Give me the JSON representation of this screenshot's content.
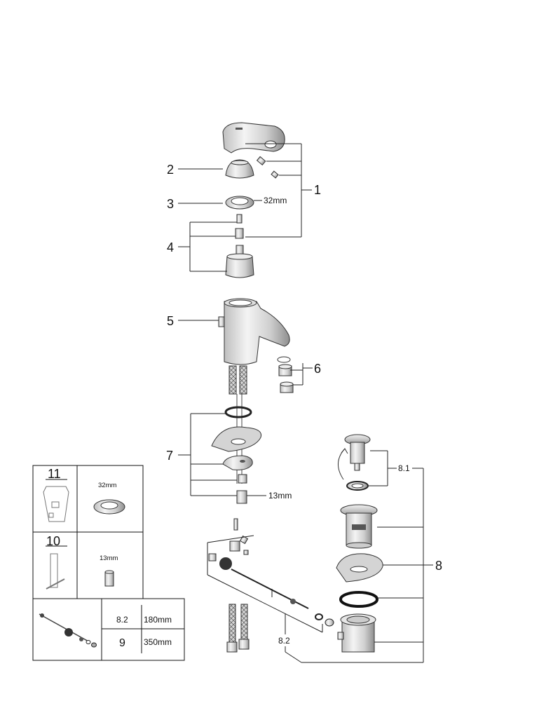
{
  "callouts": {
    "c1": "1",
    "c2": "2",
    "c3": "3",
    "c4": "4",
    "c5": "5",
    "c6": "6",
    "c7": "7",
    "c8": "8",
    "c8_1": "8.1",
    "c8_2": "8.2"
  },
  "dimensions": {
    "cartridge_nut": "32mm",
    "hose_nut": "13mm"
  },
  "tools_table": {
    "tool_11": {
      "label": "11",
      "size": "32mm"
    },
    "tool_10": {
      "label": "10",
      "size": "13mm"
    }
  },
  "rod_table": {
    "rows": [
      {
        "part": "8.2",
        "length": "180mm"
      },
      {
        "part": "9",
        "length": "350mm"
      }
    ]
  }
}
